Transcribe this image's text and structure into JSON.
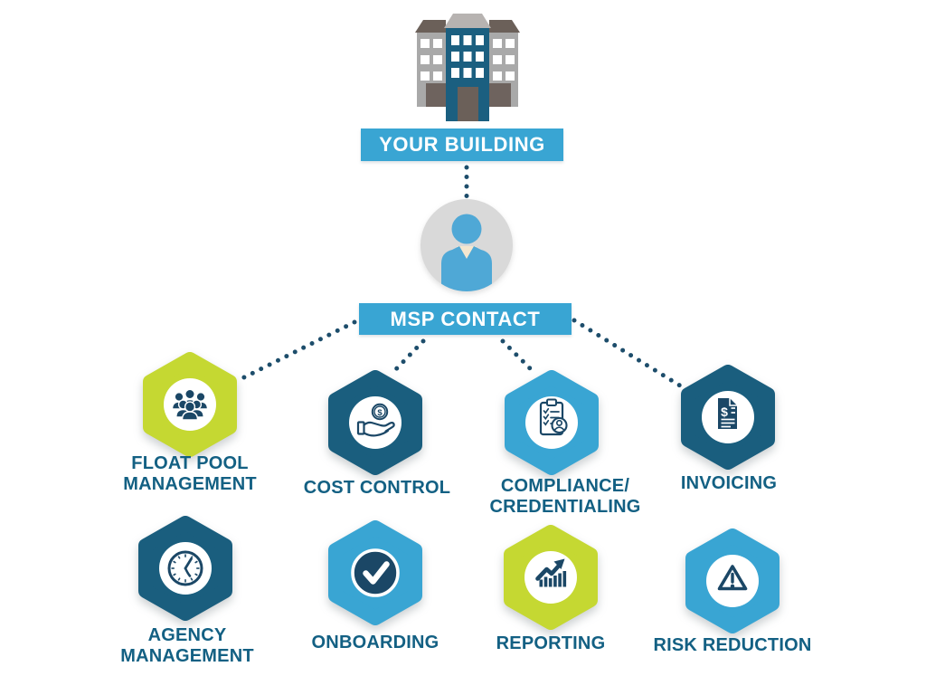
{
  "top": {
    "building_label": "YOUR BUILDING",
    "contact_label": "MSP CONTACT"
  },
  "services": [
    {
      "name": "float-pool-management",
      "lines": [
        "FLOAT POOL",
        "MANAGEMENT"
      ],
      "color": "lime",
      "icon": "people-group-icon"
    },
    {
      "name": "cost-control",
      "lines": [
        "COST CONTROL"
      ],
      "color": "dark-teal",
      "icon": "hand-coin-icon"
    },
    {
      "name": "compliance-credentialing",
      "lines": [
        "COMPLIANCE/",
        "CREDENTIALING"
      ],
      "color": "light-blue",
      "icon": "clipboard-check-icon"
    },
    {
      "name": "invoicing",
      "lines": [
        "INVOICING"
      ],
      "color": "dark-teal",
      "icon": "invoice-document-icon"
    },
    {
      "name": "agency-management",
      "lines": [
        "AGENCY",
        "MANAGEMENT"
      ],
      "color": "dark-teal",
      "icon": "clock-icon"
    },
    {
      "name": "onboarding",
      "lines": [
        "ONBOARDING"
      ],
      "color": "light-blue",
      "icon": "check-circle-icon"
    },
    {
      "name": "reporting",
      "lines": [
        "REPORTING"
      ],
      "color": "lime",
      "icon": "bar-chart-arrow-icon"
    },
    {
      "name": "risk-reduction",
      "lines": [
        "RISK REDUCTION"
      ],
      "color": "light-blue",
      "icon": "warning-triangle-icon"
    }
  ],
  "palette": {
    "banner_blue": "#39A5D3",
    "hexagon_light_blue": "#39A5D3",
    "hexagon_dark_teal": "#1A5E7E",
    "hexagon_lime": "#C5D832",
    "icon_navy": "#1B4766",
    "connector_dots": "#1D4D6B",
    "label_text": "#136083",
    "avatar_circle_gray": "#D9D9D9",
    "avatar_person_blue": "#4FA8D6",
    "building_tower_teal": "#1B5F80",
    "building_wing_gray": "#A9A9A9",
    "building_roof_brown": "#6B6059"
  }
}
